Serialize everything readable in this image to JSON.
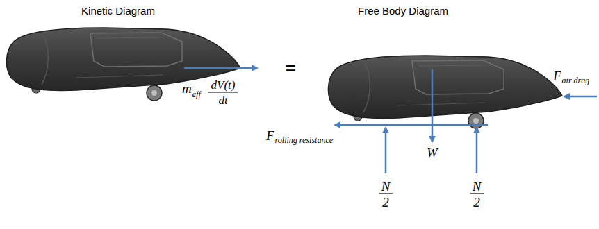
{
  "diagram": {
    "labels": [
      "Kinetic Diagram",
      "Free Body Diagram",
      "F",
      "air drag",
      "=",
      "m",
      "eff",
      "dV(t)",
      "dt",
      "F",
      "rolling resistance",
      "W",
      "N",
      "2",
      "N",
      "2"
    ]
  }
}
